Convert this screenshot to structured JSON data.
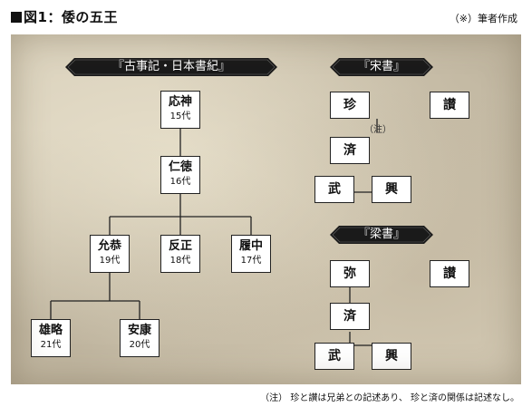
{
  "title": "図1：倭の五王",
  "credit": "（※）筆者作成",
  "footnote": "（注） 珍と讃は兄弟との記述あり、 珍と済の関係は記述なし。",
  "left": {
    "banner": "『古事記・日本書紀』",
    "nodes": {
      "oujin": {
        "name": "応神",
        "gen": "15代"
      },
      "nintoku": {
        "name": "仁徳",
        "gen": "16代"
      },
      "ingyo": {
        "name": "允恭",
        "gen": "19代"
      },
      "hanzei": {
        "name": "反正",
        "gen": "18代"
      },
      "richu": {
        "name": "履中",
        "gen": "17代"
      },
      "yuryaku": {
        "name": "雄略",
        "gen": "21代"
      },
      "anko": {
        "name": "安康",
        "gen": "20代"
      }
    }
  },
  "sosho": {
    "banner": "『宋書』",
    "nodes": {
      "chin": "珍",
      "san": "讃",
      "sei": "済",
      "bu": "武",
      "ko": "興"
    },
    "note": "（注）"
  },
  "ryosho": {
    "banner": "『梁書』",
    "nodes": {
      "mi": "弥",
      "san": "讃",
      "sei": "済",
      "bu": "武",
      "ko": "興"
    }
  }
}
